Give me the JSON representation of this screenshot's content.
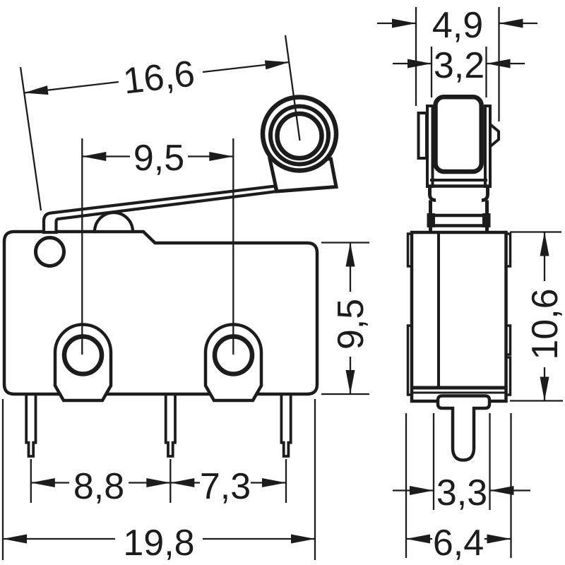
{
  "drawing": {
    "kind": "technical dimension drawing",
    "subject": "subminiature micro switch with roller lever, front view and side view",
    "unit": "mm",
    "colors": {
      "line": "#1c1c1c",
      "background": "#ffffff"
    }
  },
  "dimensions": {
    "front": {
      "lever_length": "16,6",
      "hole_spacing": "9,5",
      "body_height": "9,5",
      "pin_pitch_1": "8,8",
      "pin_pitch_2": "7,3",
      "overall_width": "19,8"
    },
    "side": {
      "lever_overall_width": "4,9",
      "roller_width": "3,2",
      "body_height": "10,6",
      "plunger_width": "3,3",
      "overall_depth": "6,4"
    }
  }
}
